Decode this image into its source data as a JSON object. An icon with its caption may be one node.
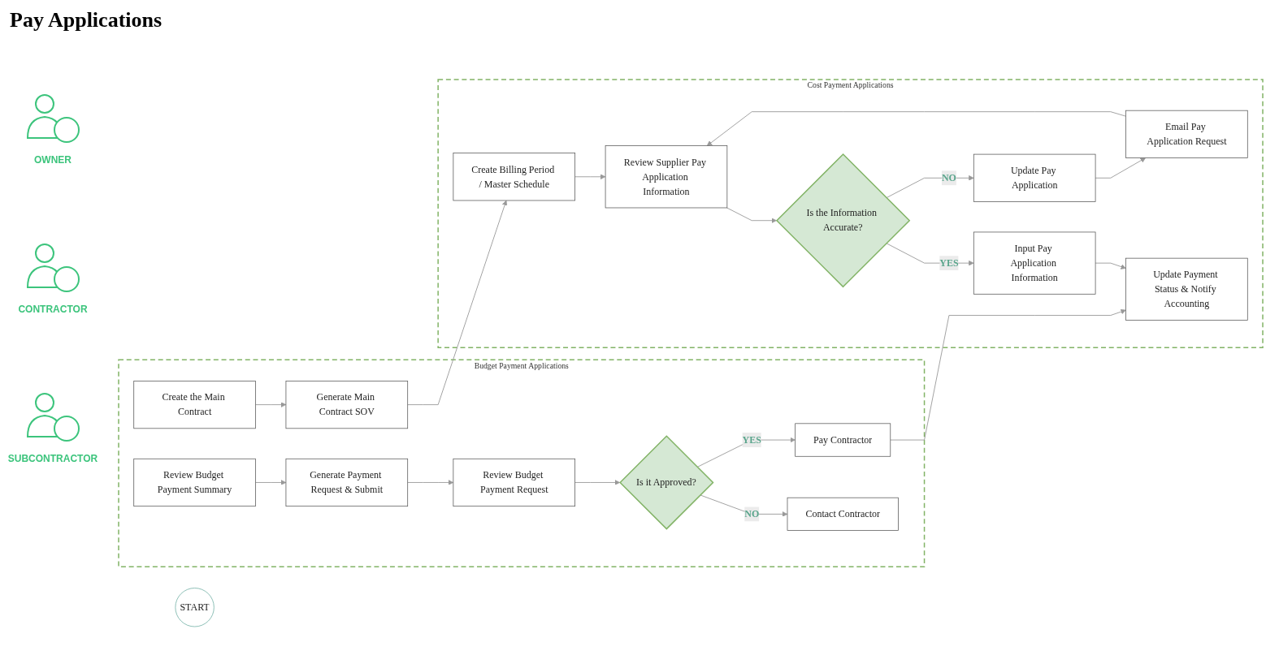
{
  "diagram": {
    "title": "Pay Applications",
    "nodes": [
      {
        "text": [
          "Budget Payment Applications"
        ]
      },
      {
        "text": [
          "Contact Contractor"
        ],
        "in": 0
      },
      {
        "text": [
          "Review Budget Payment Request"
        ],
        "in": 0
      },
      {
        "text": [
          "Is it Approved?"
        ],
        "in": 0
      },
      {
        "text": [
          "Pay Contractor"
        ],
        "in": 0
      },
      {
        "text": [
          "Create the Main Contract"
        ],
        "in": 0
      },
      {
        "text": [
          "Generate Main Contract SOV"
        ],
        "in": 0
      },
      {
        "text": [
          "Review Budget Payment Summary"
        ],
        "in": 0
      },
      {
        "text": [
          "Generate Payment Request & Submit"
        ],
        "in": 0
      },
      {
        "text": [
          "START"
        ]
      },
      {
        "text": [
          "Cost Payment Applications"
        ]
      },
      {
        "text": [
          "Create Billing Period / Master Schedule"
        ],
        "in": 10
      },
      {
        "text": [
          "Review Supplier Pay Application Information"
        ],
        "in": 10
      },
      {
        "text": [
          "Is the Information Accurate?"
        ],
        "in": 10
      },
      {
        "text": [
          "Input Pay Application Information"
        ],
        "in": 10
      },
      {
        "text": [
          "Update Payment Status & Notify Accounting"
        ],
        "in": 10
      },
      {
        "text": [
          "Update Pay Application"
        ],
        "in": 10
      },
      {
        "text": [
          "Email Pay Application Request"
        ],
        "in": 10
      }
    ],
    "edges": [
      {
        "from": 5,
        "to": 6,
        "arrow": "to"
      },
      {
        "from": 6,
        "to": 11,
        "arrow": "to"
      },
      {
        "from": 11,
        "to": 12,
        "arrow": "to"
      },
      {
        "from": 12,
        "to": 13,
        "arrow": "to"
      },
      {
        "from": 13,
        "to": 14,
        "label": "YES",
        "arrow": "to"
      },
      {
        "from": 14,
        "to": 15,
        "arrow": "to"
      },
      {
        "from": 13,
        "to": 16,
        "label": "NO",
        "arrow": "to"
      },
      {
        "from": 16,
        "to": 17,
        "arrow": "to"
      },
      {
        "from": 17,
        "to": 12,
        "arrow": "to"
      },
      {
        "from": 7,
        "to": 8,
        "arrow": "to"
      },
      {
        "from": 8,
        "to": 2,
        "arrow": "to"
      },
      {
        "from": 2,
        "to": 3,
        "arrow": "to"
      },
      {
        "from": 3,
        "to": 1,
        "label": "NO",
        "arrow": "to"
      },
      {
        "from": 3,
        "to": 4,
        "label": "YES",
        "arrow": "to"
      },
      {
        "from": 4,
        "to": 15,
        "arrow": "to"
      }
    ],
    "labels": [
      "OWNER",
      "CONTRACTOR",
      "SUBCONTRACTOR"
    ]
  }
}
